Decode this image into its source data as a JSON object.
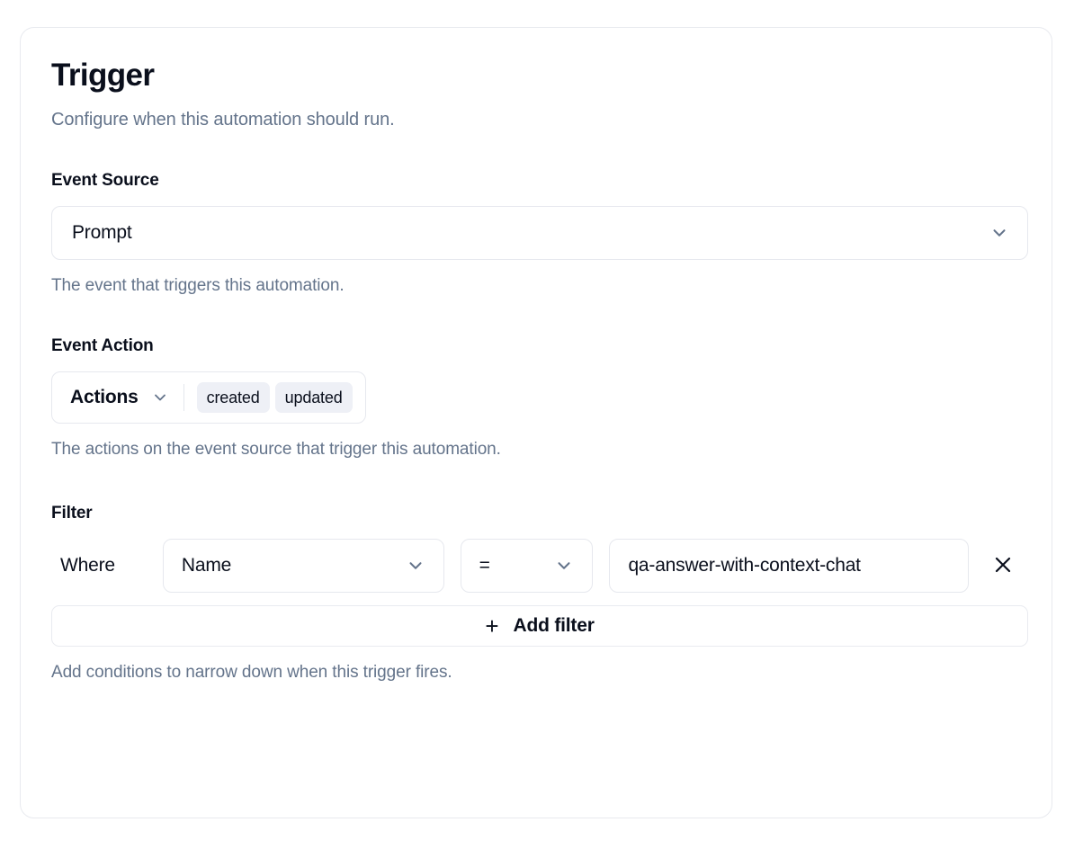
{
  "card": {
    "title": "Trigger",
    "subtitle": "Configure when this automation should run."
  },
  "event_source": {
    "label": "Event Source",
    "selected": "Prompt",
    "help": "The event that triggers this automation.",
    "chevron_icon": "chevron-down-icon"
  },
  "event_action": {
    "label": "Event Action",
    "trigger_label": "Actions",
    "chevron_icon": "chevron-down-icon",
    "chips": [
      "created",
      "updated"
    ],
    "help": "The actions on the event source that trigger this automation."
  },
  "filter": {
    "label": "Filter",
    "where_label": "Where",
    "rows": [
      {
        "field": "Name",
        "operator": "=",
        "value": "qa-answer-with-context-chat",
        "remove_icon": "close-icon"
      }
    ],
    "add_label": "Add filter",
    "add_icon": "plus-icon",
    "help": "Add conditions to narrow down when this trigger fires."
  },
  "colors": {
    "text": "#0a0f1c",
    "muted": "#64748b",
    "border": "#e6e8ee",
    "chip_bg": "#eef0f6",
    "card_bg": "#ffffff"
  }
}
